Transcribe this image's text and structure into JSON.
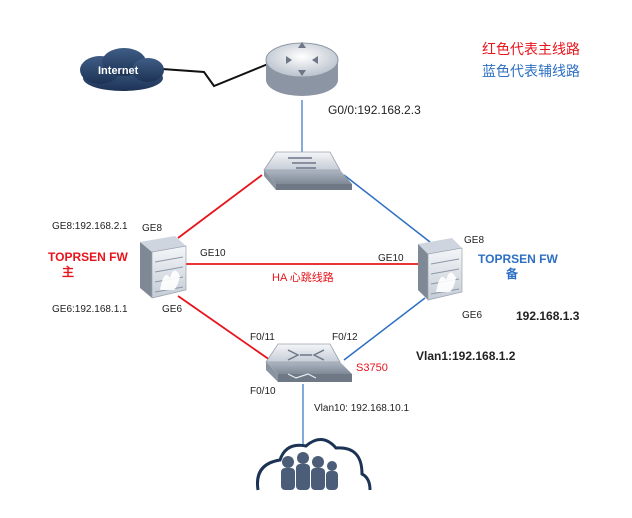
{
  "legend": {
    "primary": "红色代表主线路",
    "backup": "蓝色代表辅线路"
  },
  "colors": {
    "primary_link": "#e8141b",
    "backup_link": "#2d6fc2",
    "plain_link": "#5b8fd1"
  },
  "devices": {
    "internet": {
      "label": "Internet",
      "icon": "cloud-icon"
    },
    "router": {
      "icon": "router-icon",
      "iface": "G0/0:192.168.2.3"
    },
    "core_switch": {
      "icon": "switch-icon"
    },
    "fw_main": {
      "name": "TOPRSEN FW",
      "role": "主",
      "ge8": "GE8",
      "ge8_ip": "GE8:192.168.2.1",
      "ge10": "GE10",
      "ge6": "GE6",
      "ge6_ip": "GE6:192.168.1.1",
      "icon": "firewall-icon"
    },
    "fw_backup": {
      "name": "TOPRSEN FW",
      "role": "备",
      "ge8": "GE8",
      "ge10": "GE10",
      "ge6": "GE6",
      "ip": "192.168.1.3",
      "icon": "firewall-icon"
    },
    "s3750": {
      "name": "S3750",
      "f011": "F0/11",
      "f012": "F0/12",
      "f010": "F0/10",
      "vlan1": "Vlan1:192.168.1.2",
      "vlan10": "Vlan10: 192.168.10.1",
      "icon": "l3-switch-icon"
    },
    "users": {
      "icon": "users-cloud-icon"
    }
  },
  "links": {
    "ha": "HA 心跳线路"
  }
}
